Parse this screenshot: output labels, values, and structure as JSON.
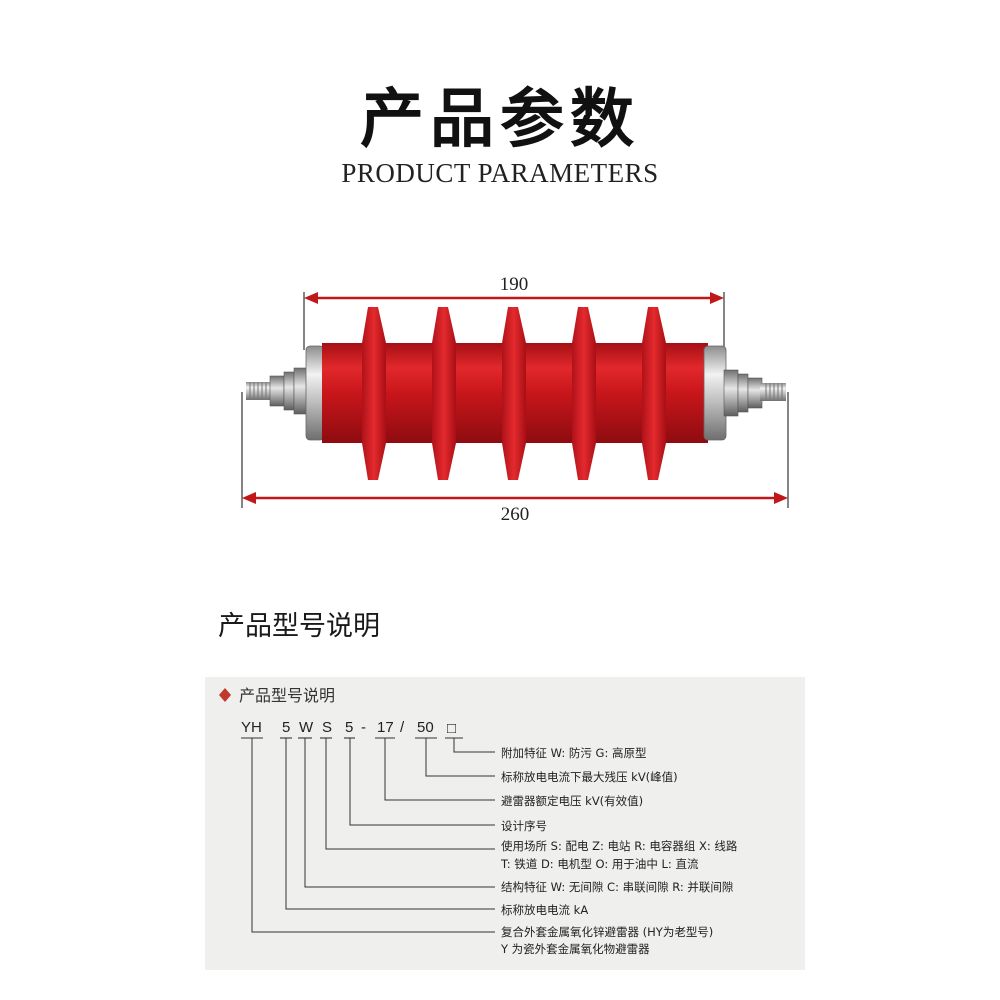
{
  "header": {
    "title": "产品参数",
    "subtitle": "PRODUCT PARAMETERS"
  },
  "product": {
    "dim_top": "190",
    "dim_bottom": "260",
    "body_color": "#c8161b",
    "shed_count": 5
  },
  "section": {
    "title": "产品型号说明"
  },
  "model": {
    "panel_title": "产品型号说明",
    "accent_color": "#c0392b",
    "codes": [
      "YH",
      "5",
      "W",
      "S",
      "5",
      "-",
      "17",
      "/",
      "50",
      "□"
    ],
    "descriptions": [
      "附加特征   W:  防污    G:  高原型",
      "标称放电电流下最大残压 kV(峰值)",
      "避雷器额定电压 kV(有效值)",
      "设计序号",
      "使用场所  S:  配电   Z:   电站   R:  电容器组  X:  线路",
      "T:  铁道    D:   电机型    O:   用于油中    L:   直流",
      "结构特征   W:  无间隙   C:  串联间隙   R:  并联间隙",
      "标称放电电流 kA",
      "复合外套金属氧化锌避雷器 (HY为老型号)",
      "Y 为瓷外套金属氧化物避雷器"
    ]
  }
}
